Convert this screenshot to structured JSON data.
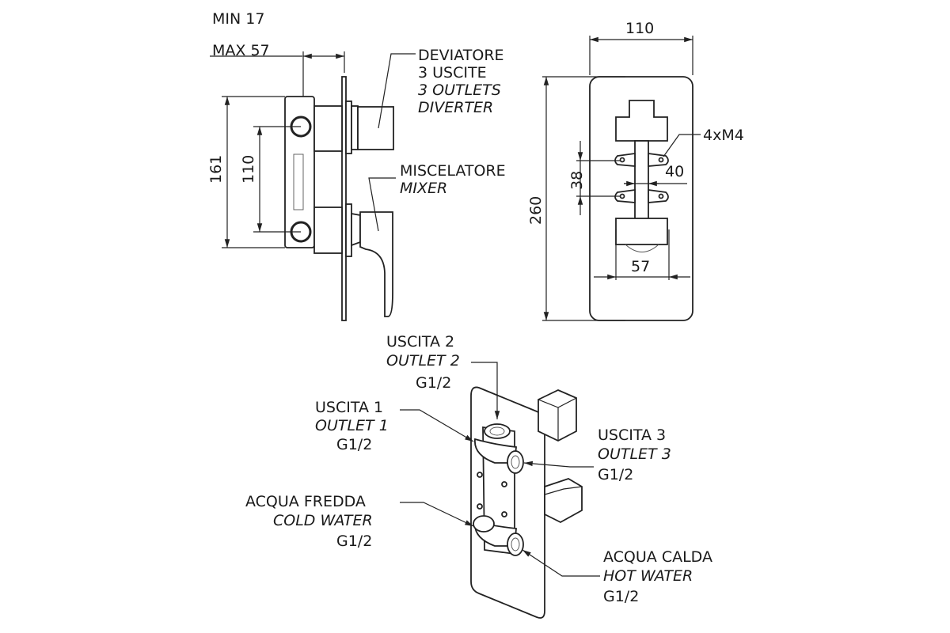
{
  "side_view": {
    "depth_min": "MIN 17",
    "depth_max": "MAX 57",
    "height_161": "161",
    "spacing_110": "110",
    "diverter_label": [
      "DEVIATORE",
      "3 USCITE",
      "3 OUTLETS",
      "DIVERTER"
    ],
    "mixer_label": [
      "MISCELATORE",
      "MIXER"
    ]
  },
  "front_view": {
    "width_110": "110",
    "height_260": "260",
    "spacing_38": "38",
    "spacing_40": "40",
    "width_57": "57",
    "screws": "4xM4"
  },
  "iso_view": {
    "outlet_2": [
      "USCITA 2",
      "OUTLET 2",
      "G1/2"
    ],
    "outlet_1": [
      "USCITA 1",
      "OUTLET 1",
      "G1/2"
    ],
    "outlet_3": [
      "USCITA 3",
      "OUTLET 3",
      "G1/2"
    ],
    "cold_water": [
      "ACQUA FREDDA",
      "COLD WATER",
      "G1/2"
    ],
    "hot_water": [
      "ACQUA CALDA",
      "HOT WATER",
      "G1/2"
    ]
  }
}
